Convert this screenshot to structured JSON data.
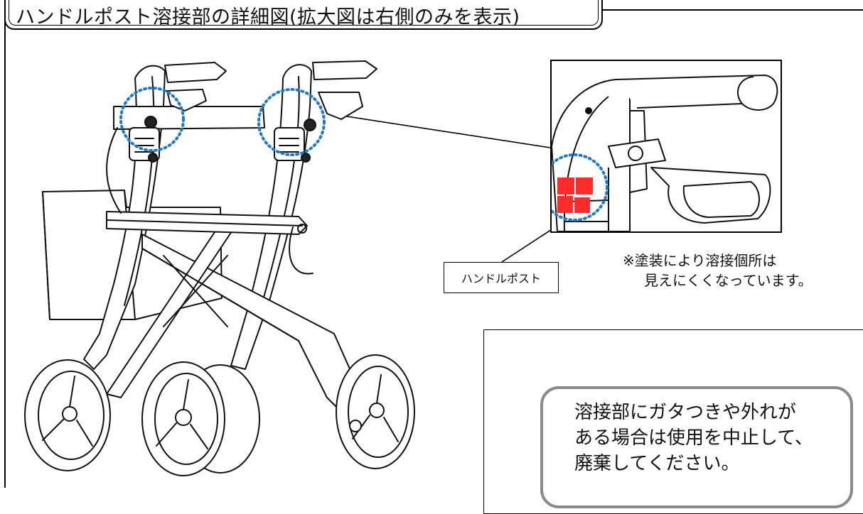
{
  "title": "ハンドルポスト溶接部の詳細図(拡大図は右側のみを表示)",
  "callout_label": "ハンドルポスト",
  "note": {
    "line1": "※塗装により溶接個所は",
    "line2": "見えにくくなっています。"
  },
  "warning": {
    "line1": "溶接部にガタつきや外れが",
    "line2": "ある場合は使用を中止して、",
    "line3": "廃棄してください。"
  },
  "colors": {
    "weld_highlight": "#ff2a2a",
    "circle_dots": "#1f7ac9",
    "warn_border": "#8a8a8a"
  }
}
